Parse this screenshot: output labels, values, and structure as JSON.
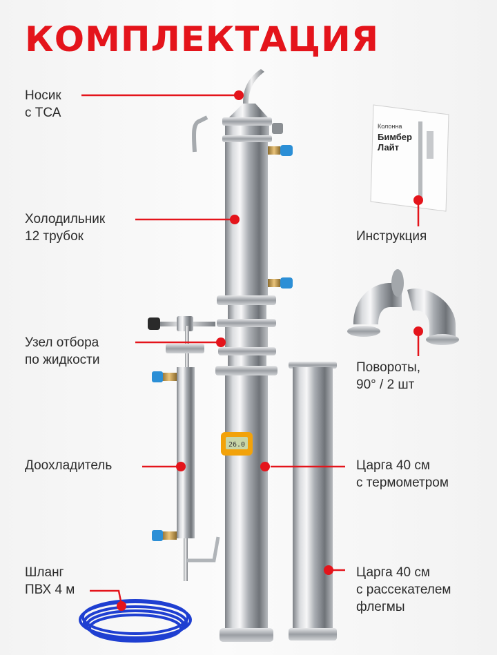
{
  "title": "КОМПЛЕКТАЦИЯ",
  "labels": {
    "nozzle": [
      "Носик",
      "с ТСА"
    ],
    "condenser": [
      "Холодильник",
      "12 трубок"
    ],
    "take_off": [
      "Узел отбора",
      "по жидкости"
    ],
    "aftercooler": [
      "Доохладитель"
    ],
    "hose": [
      "Шланг",
      "ПВХ 4 м"
    ],
    "manual": [
      "Инструкция"
    ],
    "bends": [
      "Повороты,",
      "90° / 2 шт"
    ],
    "tsarga_thermo": [
      "Царга 40 см",
      "с термометром"
    ],
    "tsarga_breaker": [
      "Царга 40 см",
      "с рассекателем",
      "флегмы"
    ]
  },
  "manual_cover": {
    "line1": "Колонна",
    "line2": "Бимбер",
    "line3": "Лайт"
  },
  "thermometer_display": "26.0",
  "colors": {
    "accent": "#e4141b",
    "steel": "#c9ccd0",
    "hose": "#1f3fd1",
    "thermometer": "#f2a20a"
  }
}
